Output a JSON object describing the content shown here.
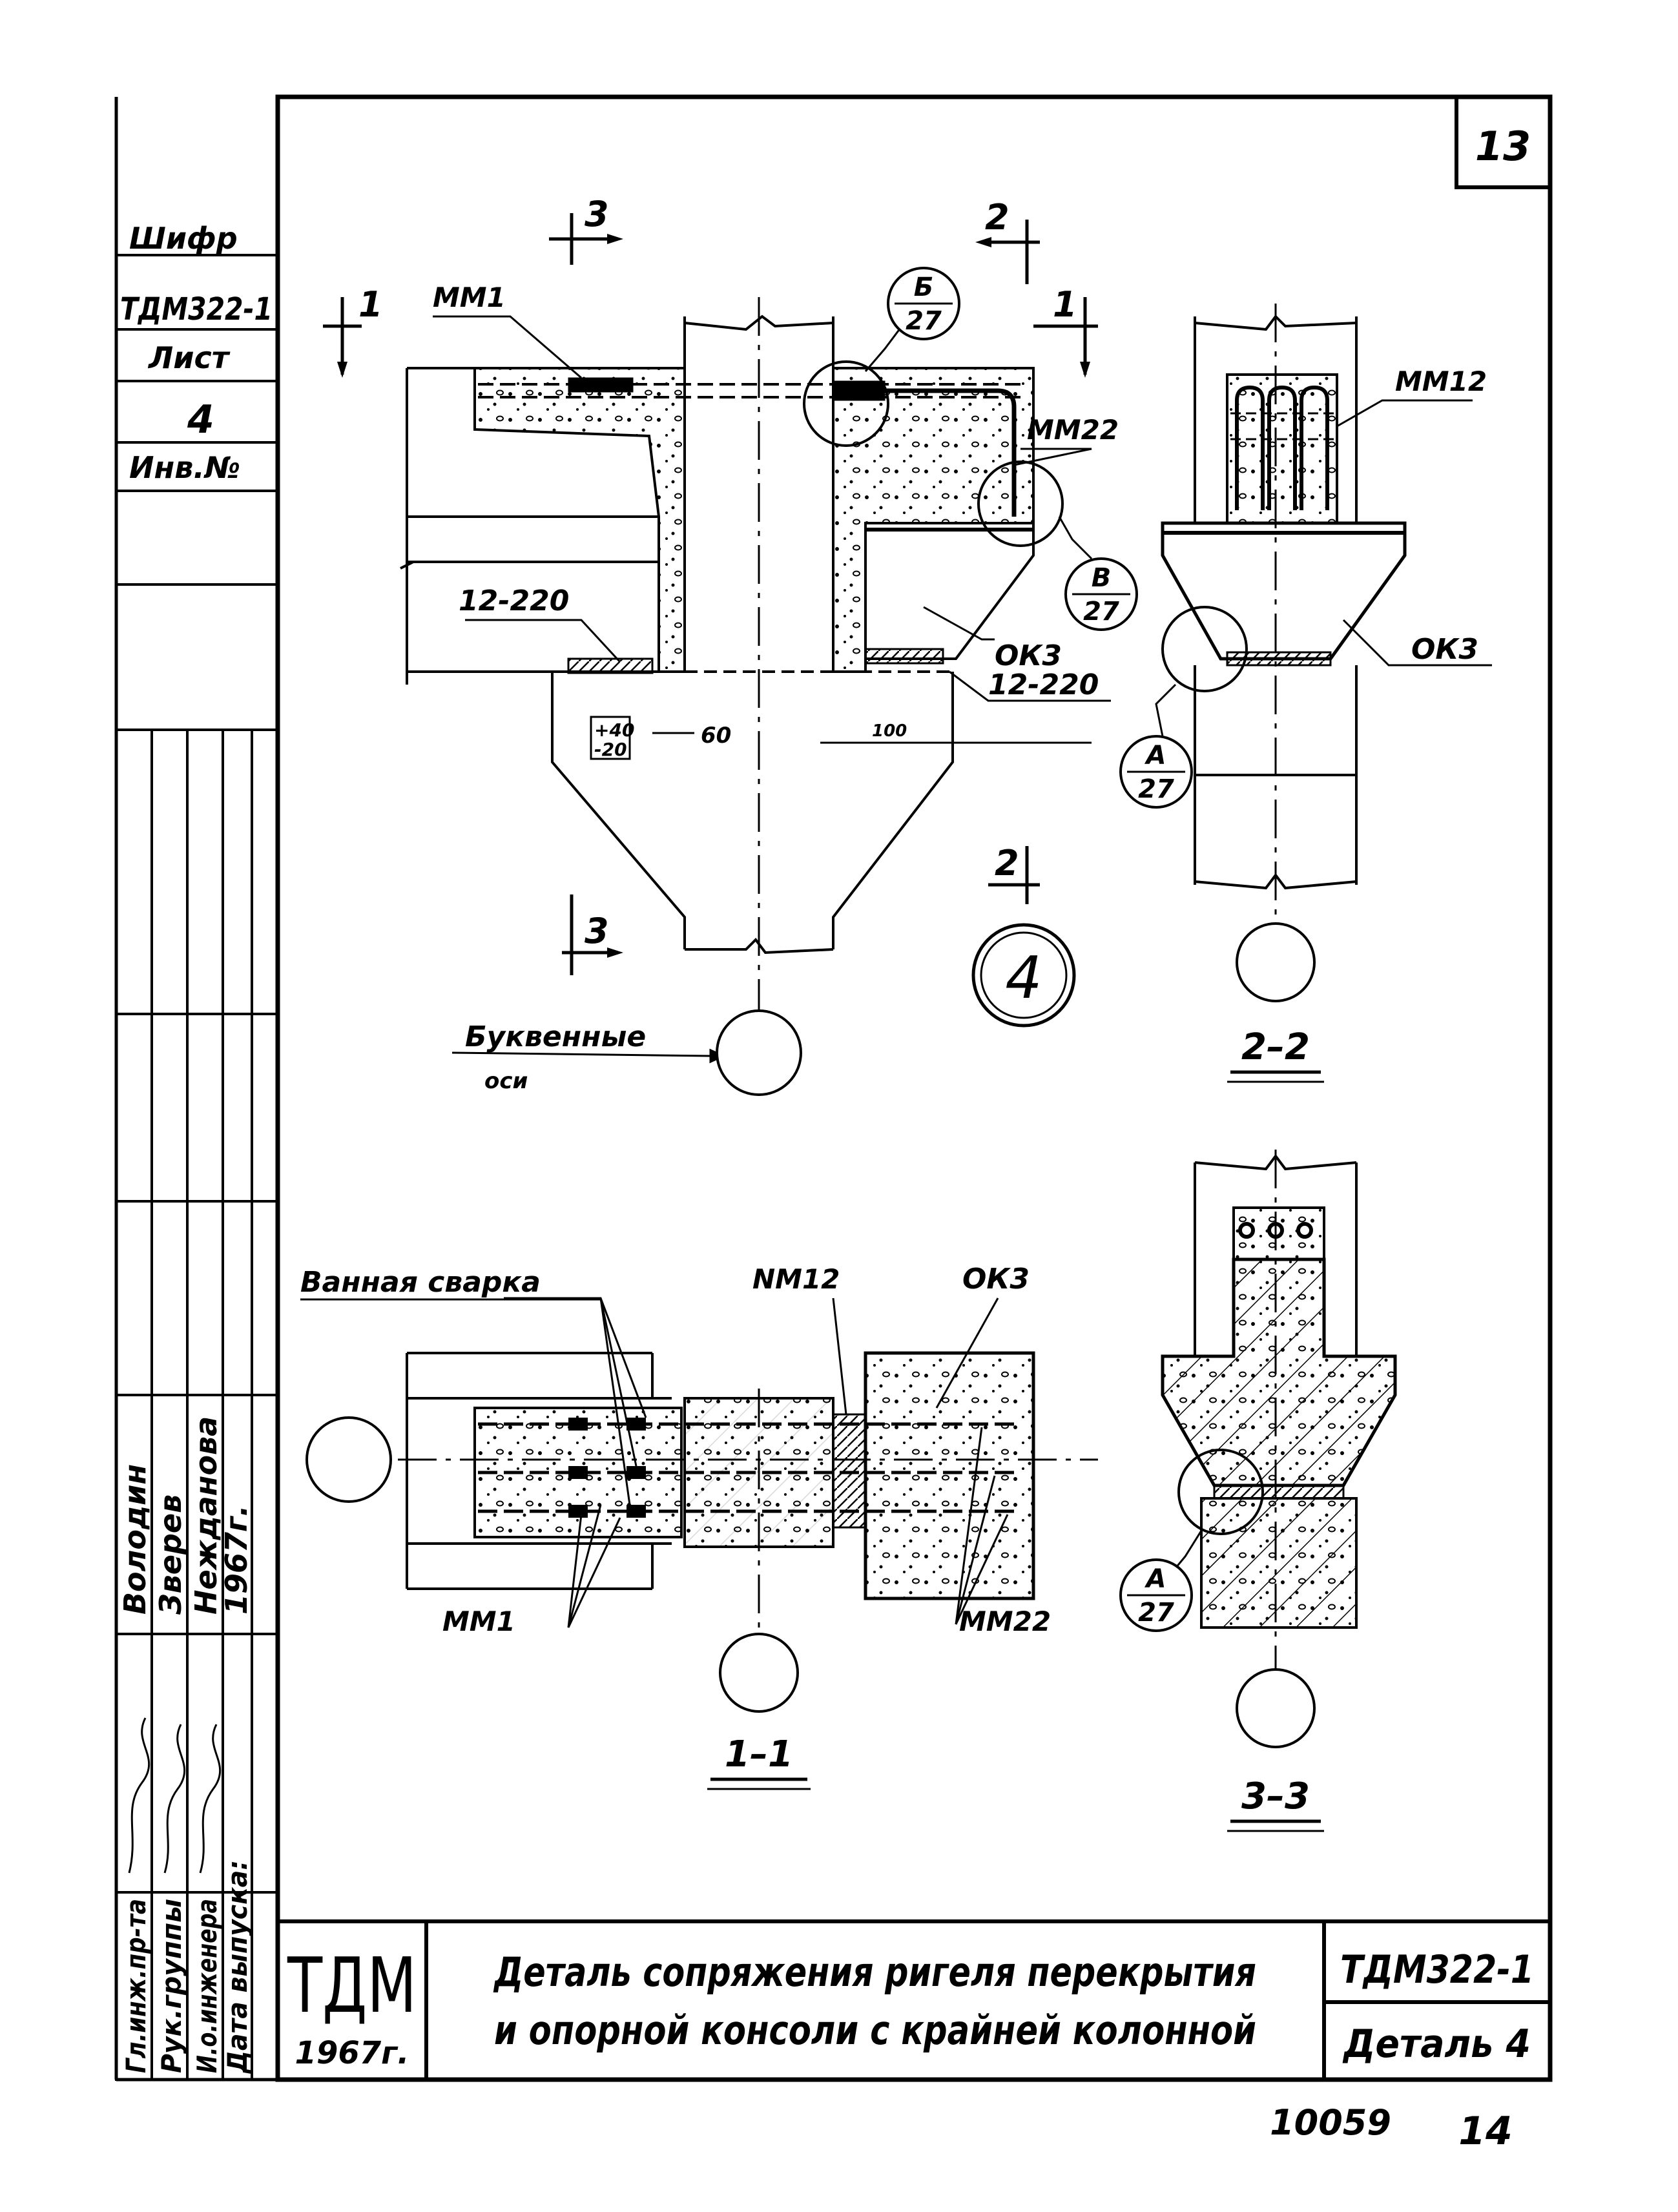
{
  "sheet_number": "13",
  "left_strip": {
    "cipher_label": "Шифр",
    "cipher_value": "ТДМ322-1",
    "sheet_label": "Лист",
    "sheet_value": "4",
    "inv_label": "Инв.№"
  },
  "approval": {
    "roles": [
      "Гл.инж.пр-та",
      "Рук.группы",
      "И.о.инженера",
      "Дата выпуска:"
    ],
    "names": [
      "Володин",
      "Зверев",
      "Нежданова",
      "1967г."
    ]
  },
  "drawing": {
    "markers": {
      "section_1": "1",
      "section_2": "2",
      "section_3": "3",
      "detail_no": "4"
    },
    "callouts": {
      "b_letter": "Б",
      "b_sheet": "27",
      "v_letter": "В",
      "v_sheet": "27",
      "a_letter": "А",
      "a_sheet": "27"
    },
    "labels": {
      "mm1": "ММ1",
      "mm22": "ММ22",
      "mm12": "ММ12",
      "mm12_plan": "NМ12",
      "ok3": "ОК3",
      "plate": "12-220",
      "dim_60": "60",
      "dim_100": "100",
      "tol_plus": "+40",
      "tol_minus": "-20",
      "bath_weld": "Ванная сварка",
      "axes_1": "Буквенные",
      "axes_2": "оси"
    },
    "section_titles": {
      "s11": "1–1",
      "s22": "2–2",
      "s33": "3–3"
    }
  },
  "title_block": {
    "org": "ТДМ",
    "year": "1967г.",
    "title_line1": "Деталь сопряжения ригеля перекрытия",
    "title_line2": "и опорной консоли с крайней колонной",
    "code": "ТДМ322-1",
    "detail": "Деталь 4"
  },
  "footer": {
    "number": "10059",
    "page": "14"
  }
}
